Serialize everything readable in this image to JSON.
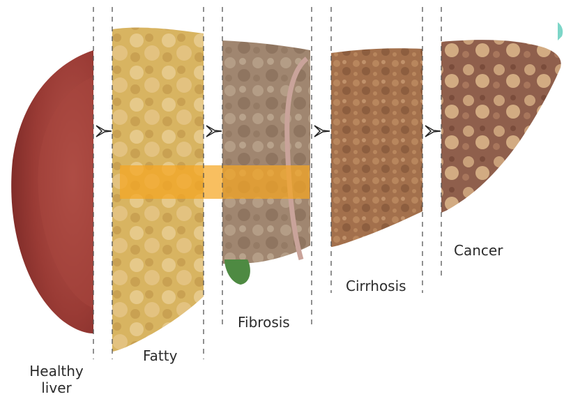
{
  "stages": [
    {
      "id": "healthy",
      "label": "Healthy liver"
    },
    {
      "id": "fatty",
      "label": "Fatty"
    },
    {
      "id": "fibrosis",
      "label": "Fibrosis"
    },
    {
      "id": "cirrhosis",
      "label": "Cirrhosis"
    },
    {
      "id": "cancer",
      "label": "Cancer"
    }
  ],
  "colors": {
    "healthy": "#9a3b35",
    "fatty": "#d8b461",
    "fibrosis": "#a08670",
    "cirrhosis": "#a3704c",
    "cancer": "#8f5f4c",
    "highlight": "#f5a623",
    "gallbladder": "#4e8a42"
  },
  "icons": [
    "chevron-arrow-icon"
  ]
}
